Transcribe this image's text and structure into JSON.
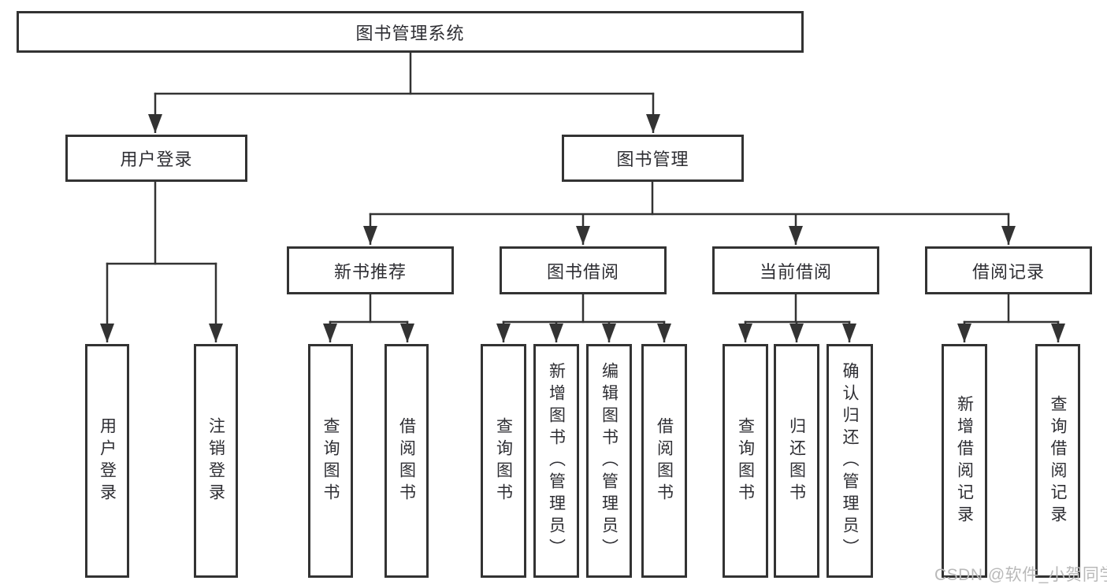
{
  "diagram": {
    "root_label": "图书管理系统",
    "branches": [
      {
        "label": "用户登录",
        "leaves": [
          "用户登录",
          "注销登录"
        ]
      },
      {
        "label": "图书管理",
        "children": [
          {
            "label": "新书推荐",
            "leaves": [
              "查询图书",
              "借阅图书"
            ]
          },
          {
            "label": "图书借阅",
            "leaves": [
              "查询图书",
              "新增图书（管理员）",
              "编辑图书（管理员）",
              "借阅图书"
            ]
          },
          {
            "label": "当前借阅",
            "leaves": [
              "查询图书",
              "归还图书",
              "确认归还（管理员）"
            ]
          },
          {
            "label": "借阅记录",
            "leaves": [
              "新增借阅记录",
              "查询借阅记录"
            ]
          }
        ]
      }
    ]
  },
  "watermark": {
    "text": "CSDN @软件_小贺同学",
    "color": "#b9b9b9"
  },
  "style": {
    "line_color": "#333333",
    "box_border_color": "#333333",
    "text_color": "#2e2e33",
    "background": "#ffffff"
  }
}
